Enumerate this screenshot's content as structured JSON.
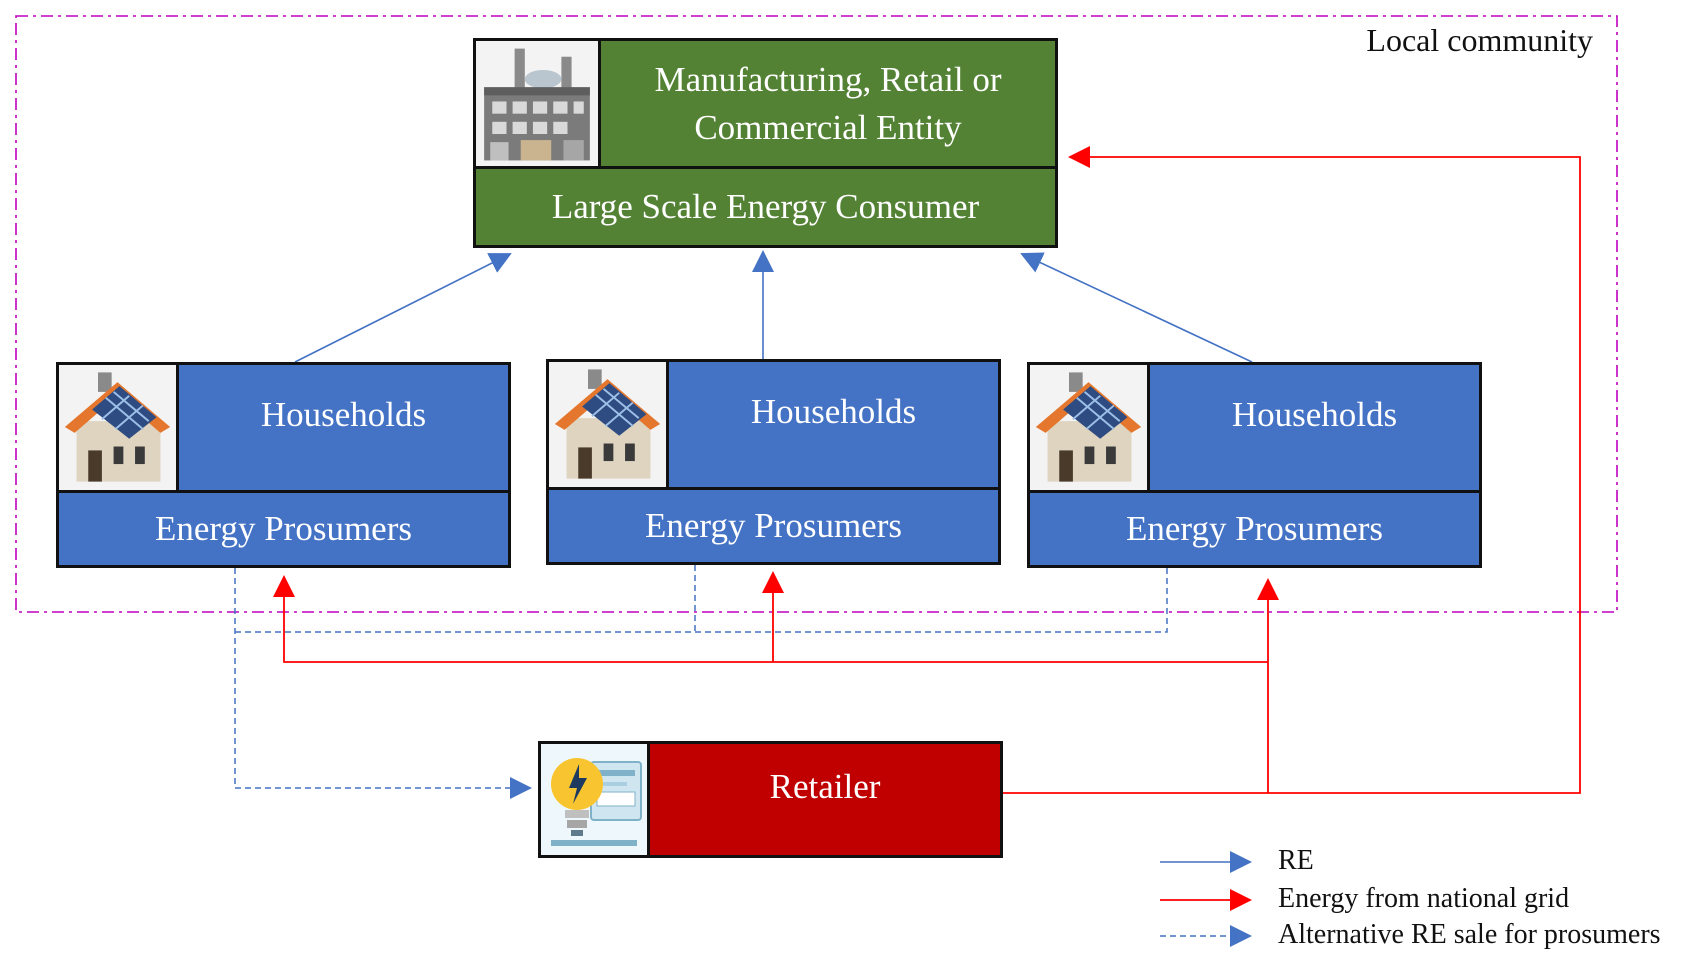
{
  "community": {
    "label": "Local community"
  },
  "consumer": {
    "name": "Manufacturing, Retail or\nCommercial Entity",
    "role": "Large Scale Energy Consumer",
    "icon": "factory-icon"
  },
  "households": [
    {
      "name": "Households",
      "role": "Energy Prosumers",
      "icon": "solar-house-icon"
    },
    {
      "name": "Households",
      "role": "Energy Prosumers",
      "icon": "solar-house-icon"
    },
    {
      "name": "Households",
      "role": "Energy Prosumers",
      "icon": "solar-house-icon"
    }
  ],
  "retailer": {
    "name": "Retailer",
    "icon": "lightbulb-meter-icon"
  },
  "legend": {
    "re": "RE",
    "grid": "Energy from national grid",
    "alt": "Alternative RE sale for prosumers"
  },
  "colors": {
    "re_flow": "#4472c4",
    "grid_flow": "#ff0000",
    "community_border": "#c000c0",
    "consumer_fill": "#548235",
    "household_fill": "#4472c4",
    "retailer_fill": "#c00000"
  }
}
